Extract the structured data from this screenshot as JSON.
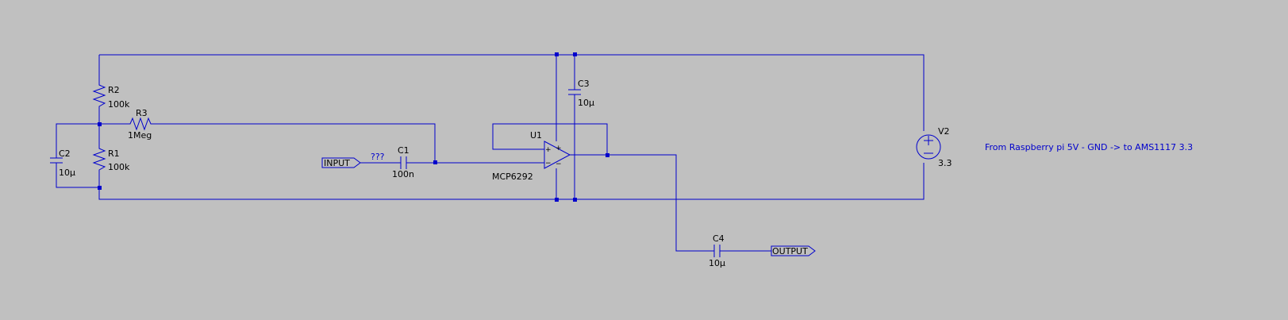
{
  "components": {
    "r1": {
      "ref": "R1",
      "value": "100k"
    },
    "r2": {
      "ref": "R2",
      "value": "100k"
    },
    "r3": {
      "ref": "R3",
      "value": "1Meg"
    },
    "c1": {
      "ref": "C1",
      "value": "100n"
    },
    "c2": {
      "ref": "C2",
      "value": "10µ"
    },
    "c3": {
      "ref": "C3",
      "value": "10µ"
    },
    "c4": {
      "ref": "C4",
      "value": "10µ"
    },
    "u1": {
      "ref": "U1",
      "value": "MCP6292"
    },
    "v2": {
      "ref": "V2",
      "value": "3.3"
    }
  },
  "net_labels": {
    "input": "INPUT",
    "output": "OUTPUT",
    "unknown": "???"
  },
  "pin_marks": {
    "plus": "+",
    "minus": "−"
  },
  "comment": "From Raspberry pi 5V - GND -> to AMS1117 3.3",
  "colors": {
    "background": "#c0c0c0",
    "wire": "#0000cc",
    "text": "#000000"
  }
}
